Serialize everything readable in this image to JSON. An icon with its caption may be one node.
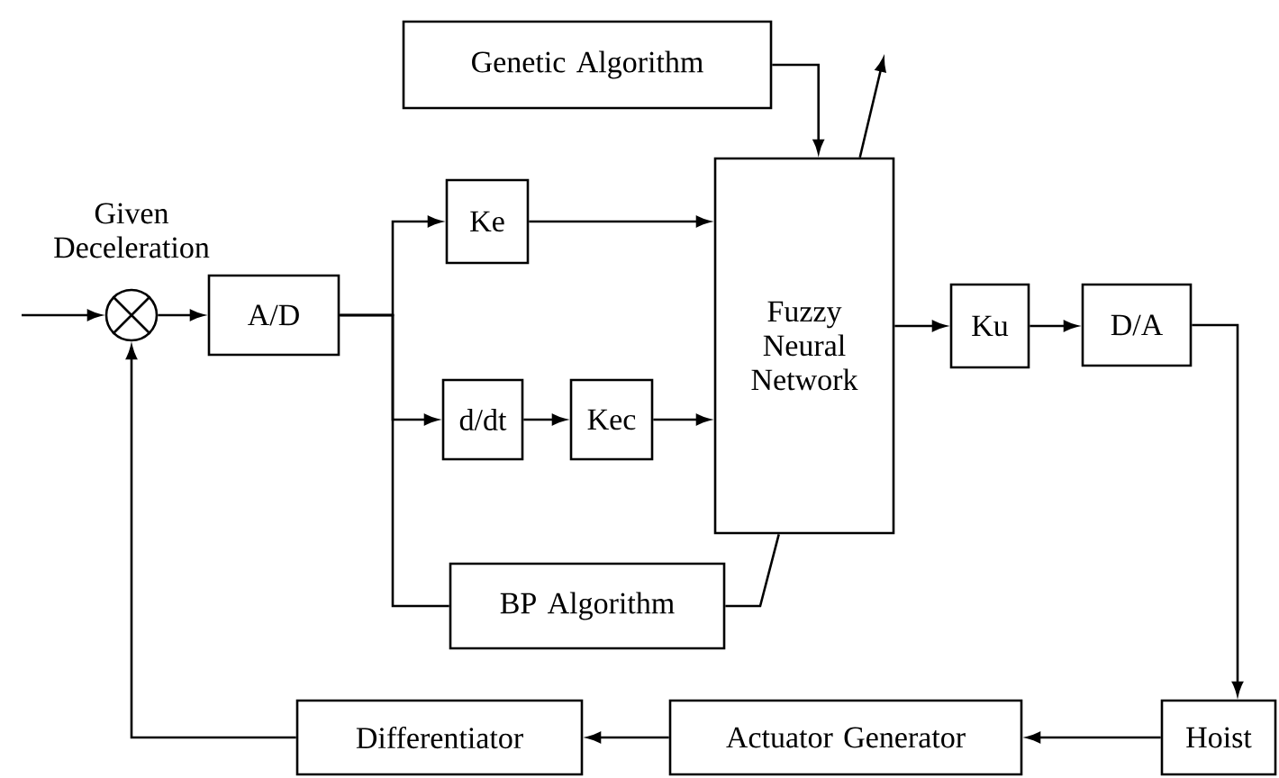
{
  "diagram": {
    "nodes": [
      {
        "text": [
          "Genetic Algorithm"
        ]
      },
      {
        "text": [],
        "shape": "circle",
        "beside": [
          "Given Deceleration"
        ]
      },
      {
        "text": [
          "A/D"
        ]
      },
      {
        "text": [
          "Ke"
        ]
      },
      {
        "text": [
          "d/dt"
        ]
      },
      {
        "text": [
          "Kec"
        ]
      },
      {
        "text": [
          "Fuzzy Neural Network"
        ]
      },
      {
        "text": [
          "Ku"
        ]
      },
      {
        "text": [
          "D/A"
        ]
      },
      {
        "text": [
          "BP Algorithm"
        ]
      },
      {
        "text": [
          "Hoist"
        ]
      },
      {
        "text": [
          "Actuator Generator"
        ]
      },
      {
        "text": [
          "Differentiator"
        ]
      }
    ],
    "edges": [
      {
        "from": null,
        "to": 1,
        "arrow": "to"
      },
      {
        "from": 1,
        "to": 2,
        "arrow": "to"
      },
      {
        "from": 2,
        "to": 3,
        "arrow": "to"
      },
      {
        "from": 2,
        "to": 4,
        "arrow": "to"
      },
      {
        "from": 2,
        "to": 9,
        "arrow": "none"
      },
      {
        "from": 3,
        "to": 6,
        "arrow": "to"
      },
      {
        "from": 4,
        "to": 5,
        "arrow": "to"
      },
      {
        "from": 5,
        "to": 6,
        "arrow": "to"
      },
      {
        "from": 9,
        "to": 6,
        "arrow": "none"
      },
      {
        "from": 0,
        "to": 6,
        "arrow": "to"
      },
      {
        "from": 6,
        "to": null,
        "arrow": "to"
      },
      {
        "from": 6,
        "to": 7,
        "arrow": "to"
      },
      {
        "from": 7,
        "to": 8,
        "arrow": "to"
      },
      {
        "from": 8,
        "to": 10,
        "arrow": "to"
      },
      {
        "from": 10,
        "to": 11,
        "arrow": "to"
      },
      {
        "from": 11,
        "to": 12,
        "arrow": "to"
      },
      {
        "from": 12,
        "to": 1,
        "arrow": "to"
      }
    ]
  }
}
